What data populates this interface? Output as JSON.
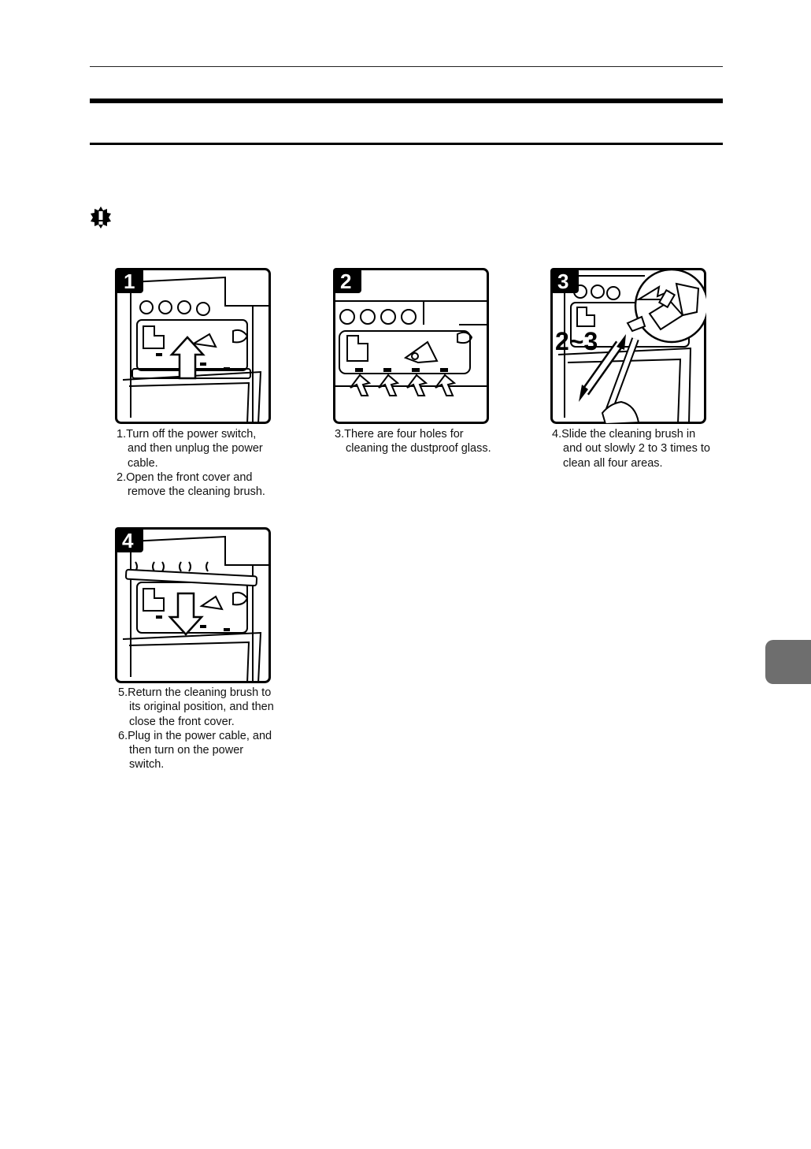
{
  "steps": [
    {
      "badge": "1",
      "captions": [
        "1.Turn off the power switch, and then unplug the power cable.",
        "2.Open the front cover and remove the cleaning brush."
      ]
    },
    {
      "badge": "2",
      "captions": [
        "3.There are four holes for cleaning the dustproof glass."
      ]
    },
    {
      "badge": "3",
      "times_label": "2~3",
      "captions": [
        "4.Slide the cleaning brush in and out slowly 2 to 3 times to clean all four areas."
      ]
    },
    {
      "badge": "4",
      "captions": [
        "5.Return the cleaning brush to its original position, and then close the front cover.",
        "6.Plug in the power cable, and then turn on the power switch."
      ]
    }
  ]
}
